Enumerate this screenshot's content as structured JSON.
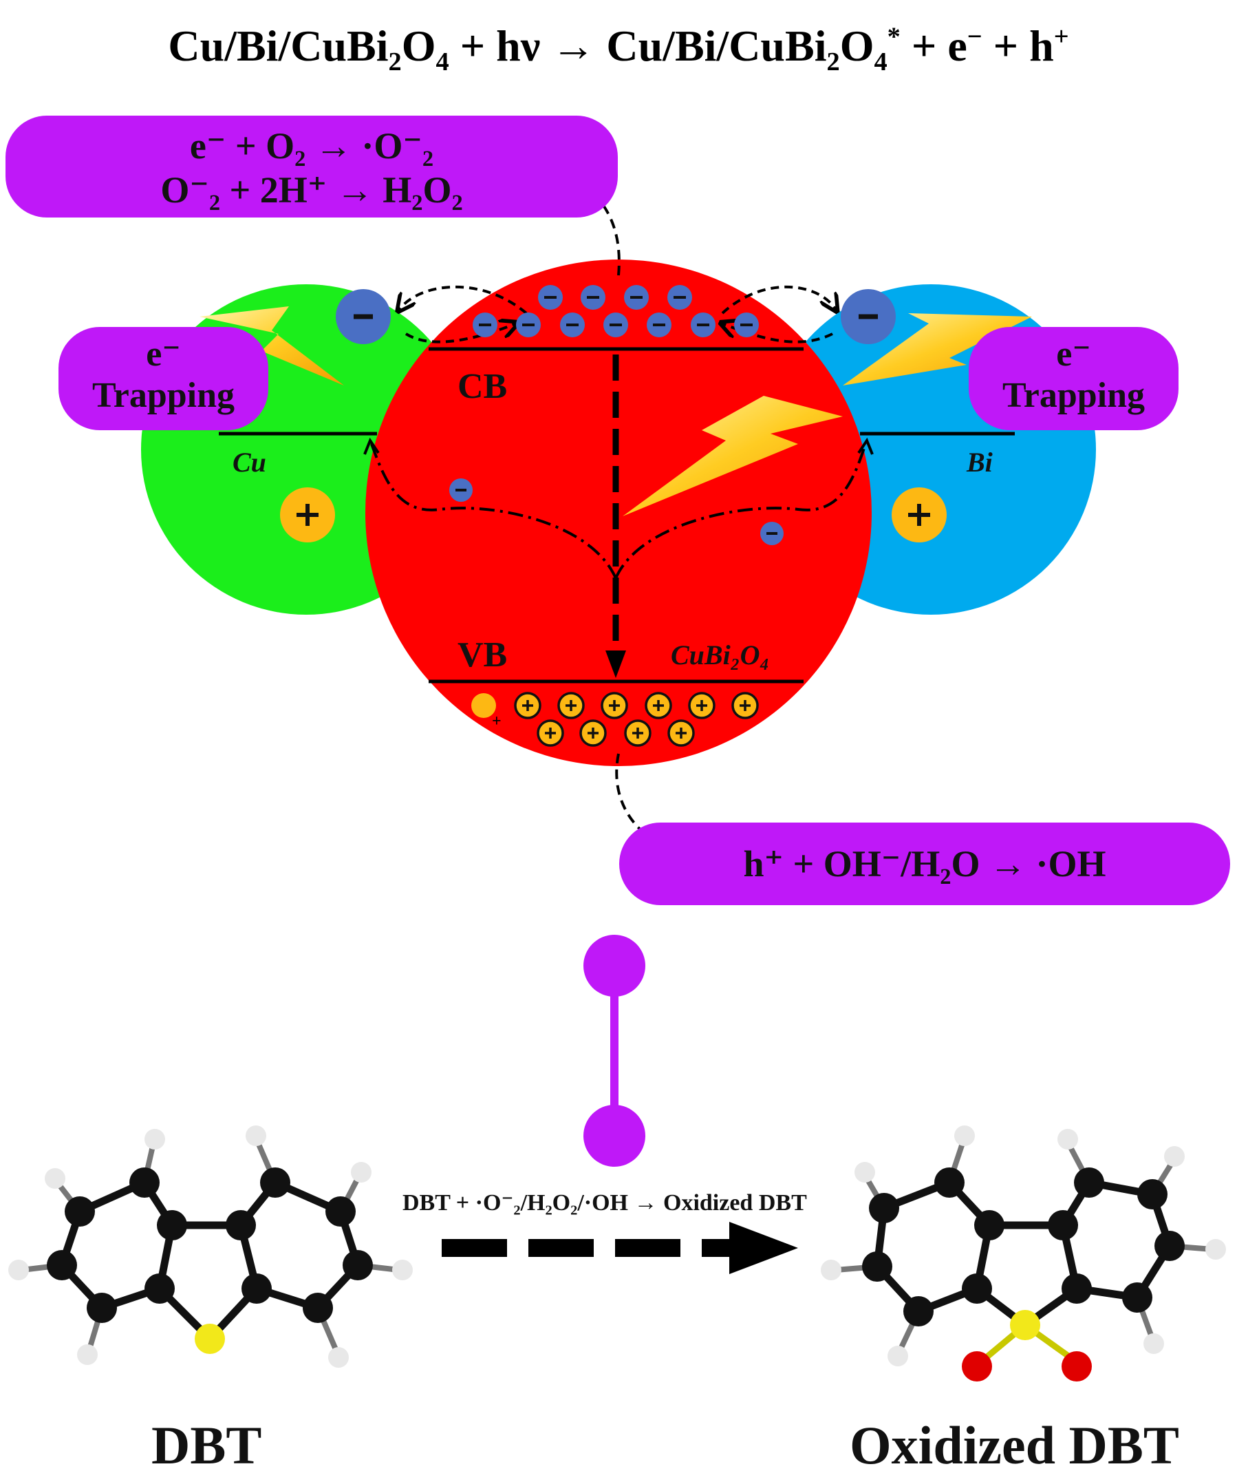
{
  "title": {
    "pre": "Cu/Bi/CuBi",
    "sub1": "2",
    "mid1": "O",
    "sub2": "4",
    "mid2": " + hν → Cu/Bi/CuBi",
    "sub3": "2",
    "mid3": "O",
    "sub4": "4",
    "sup1": "*",
    "mid4": " + e",
    "sup2": "−",
    "mid5": " + h",
    "sup3": "+"
  },
  "reaction_box_top": {
    "line1": "e⁻ + O₂ → ·O⁻₂",
    "line2": "O⁻₂ + 2H⁺ → H₂O₂"
  },
  "reaction_box_bottom": {
    "line1": "h⁺ + OH⁻/H₂O → ·OH"
  },
  "trap_left": {
    "line1": "e⁻",
    "line2": "Trapping"
  },
  "trap_right": {
    "line1": "e⁻",
    "line2": "Trapping"
  },
  "labels": {
    "cb": "CB",
    "vb": "VB",
    "cu": "Cu",
    "bi": "Bi",
    "cubi2o4": "CuBi₂O₄",
    "minus": "−",
    "plus": "+"
  },
  "arrow_label": "DBT + ·O⁻₂/H₂O₂/·OH → Oxidized DBT",
  "molecule_left": "DBT",
  "molecule_right": "Oxidized DBT",
  "colors": {
    "purple": "#bf18f8",
    "red": "#ff0000",
    "green": "#1bee1b",
    "blue": "#00aaee",
    "electron": "#4a6fc4",
    "hole": "#fdb813",
    "atom_c": "#111111",
    "atom_h": "#e8e8e8",
    "atom_s": "#f2e81a",
    "atom_o": "#e00000"
  }
}
